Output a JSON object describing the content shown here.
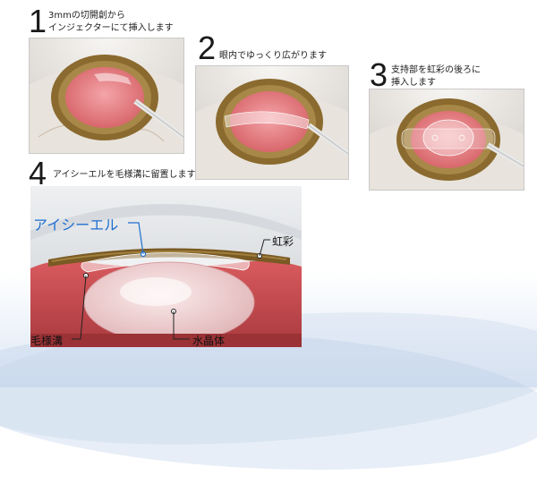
{
  "steps": [
    {
      "number": "1",
      "text_line1": "3mmの切開創から",
      "text_line2": "インジェクターにて挿入します"
    },
    {
      "number": "2",
      "text_line1": "眼内でゆっくり広がります"
    },
    {
      "number": "3",
      "text_line1": "支持部を虹彩の後ろに",
      "text_line2": "挿入します"
    },
    {
      "number": "4",
      "text_line1": "アイシーエルを毛様溝に留置します"
    }
  ],
  "labels": {
    "lens": "アイシーエル",
    "iris": "虹彩",
    "sulcus": "毛様溝",
    "crystalline_lens": "水晶体"
  },
  "colors": {
    "lens_label": "#1f6fd1",
    "iris_ring": "#8a6a2e",
    "pupil": "#e07a7e",
    "tissue": "#c24a4e"
  }
}
